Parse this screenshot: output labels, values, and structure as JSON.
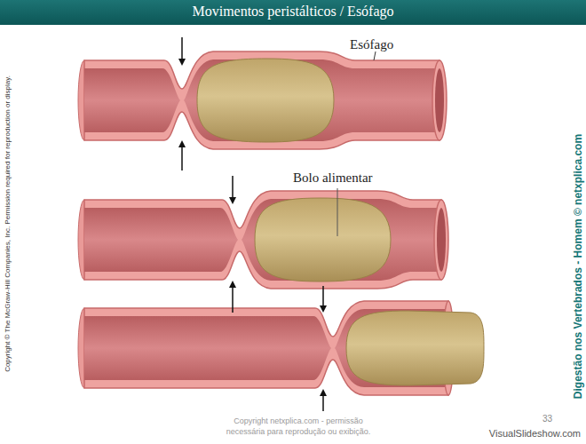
{
  "diagram": {
    "title": "Movimentos peristálticos / Esófago",
    "labels": [
      "Esófago",
      "Bolo alimentar",
      "Copyright © The McGraw-Hill Companies, Inc. Permission required for reproduction or display.",
      "Digestão nos Vertebrados - Homem © netxplica.com",
      "Copyright netxplica.com - permissão necessária para reprodução ou exibição.",
      "33",
      "VisualSlideshow.com"
    ]
  }
}
